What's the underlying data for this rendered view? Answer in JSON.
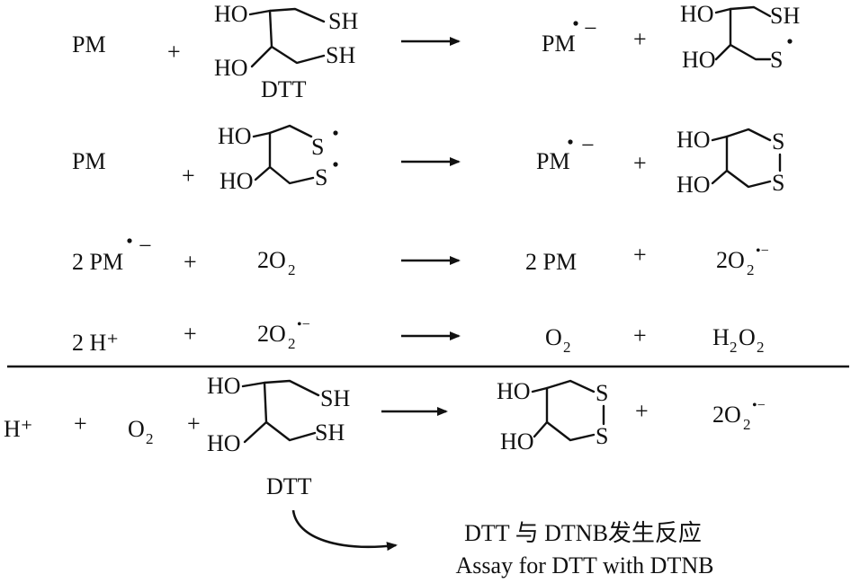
{
  "symbols": {
    "pm": "PM",
    "two_pm": "2 PM",
    "plus": "+",
    "minus": "−",
    "h_plus": "H⁺",
    "two_h_plus": "2 H⁺",
    "o": "O",
    "two_o": "2O",
    "h": "H",
    "two": "2",
    "radical_minus": "•−"
  },
  "molecules": {
    "ho": "HO",
    "sh": "SH",
    "s": "S",
    "dtt": "DTT"
  },
  "footer": {
    "line_cn": "DTT 与 DTNB发生反应",
    "line_en": "Assay for DTT with DTNB"
  },
  "colors": {
    "ink": "#111111",
    "background": "#ffffff"
  }
}
